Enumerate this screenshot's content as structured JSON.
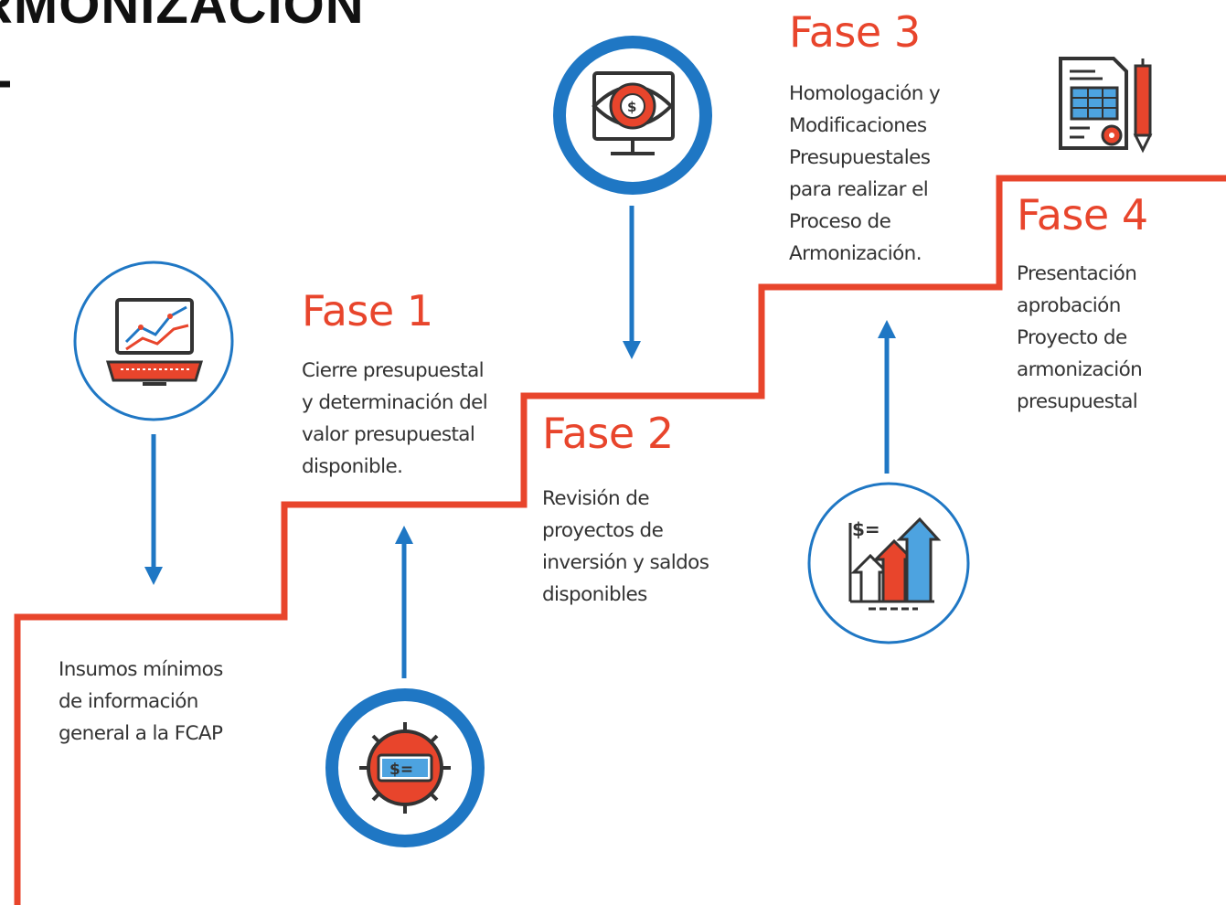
{
  "header": {
    "title_fragment": "RMONIZACIÓN",
    "title_fragment_2": "-"
  },
  "intro": {
    "text": "Insumos mínimos\nde información\ngeneral a la FCAP"
  },
  "phases": [
    {
      "title": "Fase 1",
      "text": "Cierre presupuestal\ny determinación del\nvalor presupuestal\ndisponible."
    },
    {
      "title": "Fase 2",
      "text": "Revisión de\nproyectos de\ninversión y saldos\ndisponibles"
    },
    {
      "title": "Fase 3",
      "text": "Homologación y\nModificaciones\nPresupuestales\npara realizar el\nProceso de\nArmonización."
    },
    {
      "title": "Fase 4",
      "text": "Presentación\naprobación\nProyecto de\narmonización\npresupuestal"
    }
  ],
  "icons": [
    "laptop-chart-icon",
    "gear-money-icon",
    "monitor-eye-icon",
    "bar-chart-growth-icon",
    "document-spreadsheet-pen-icon"
  ],
  "colors": {
    "accent_red": "#e8452c",
    "accent_blue": "#1f77c4",
    "text": "#333333",
    "title": "#111111"
  }
}
